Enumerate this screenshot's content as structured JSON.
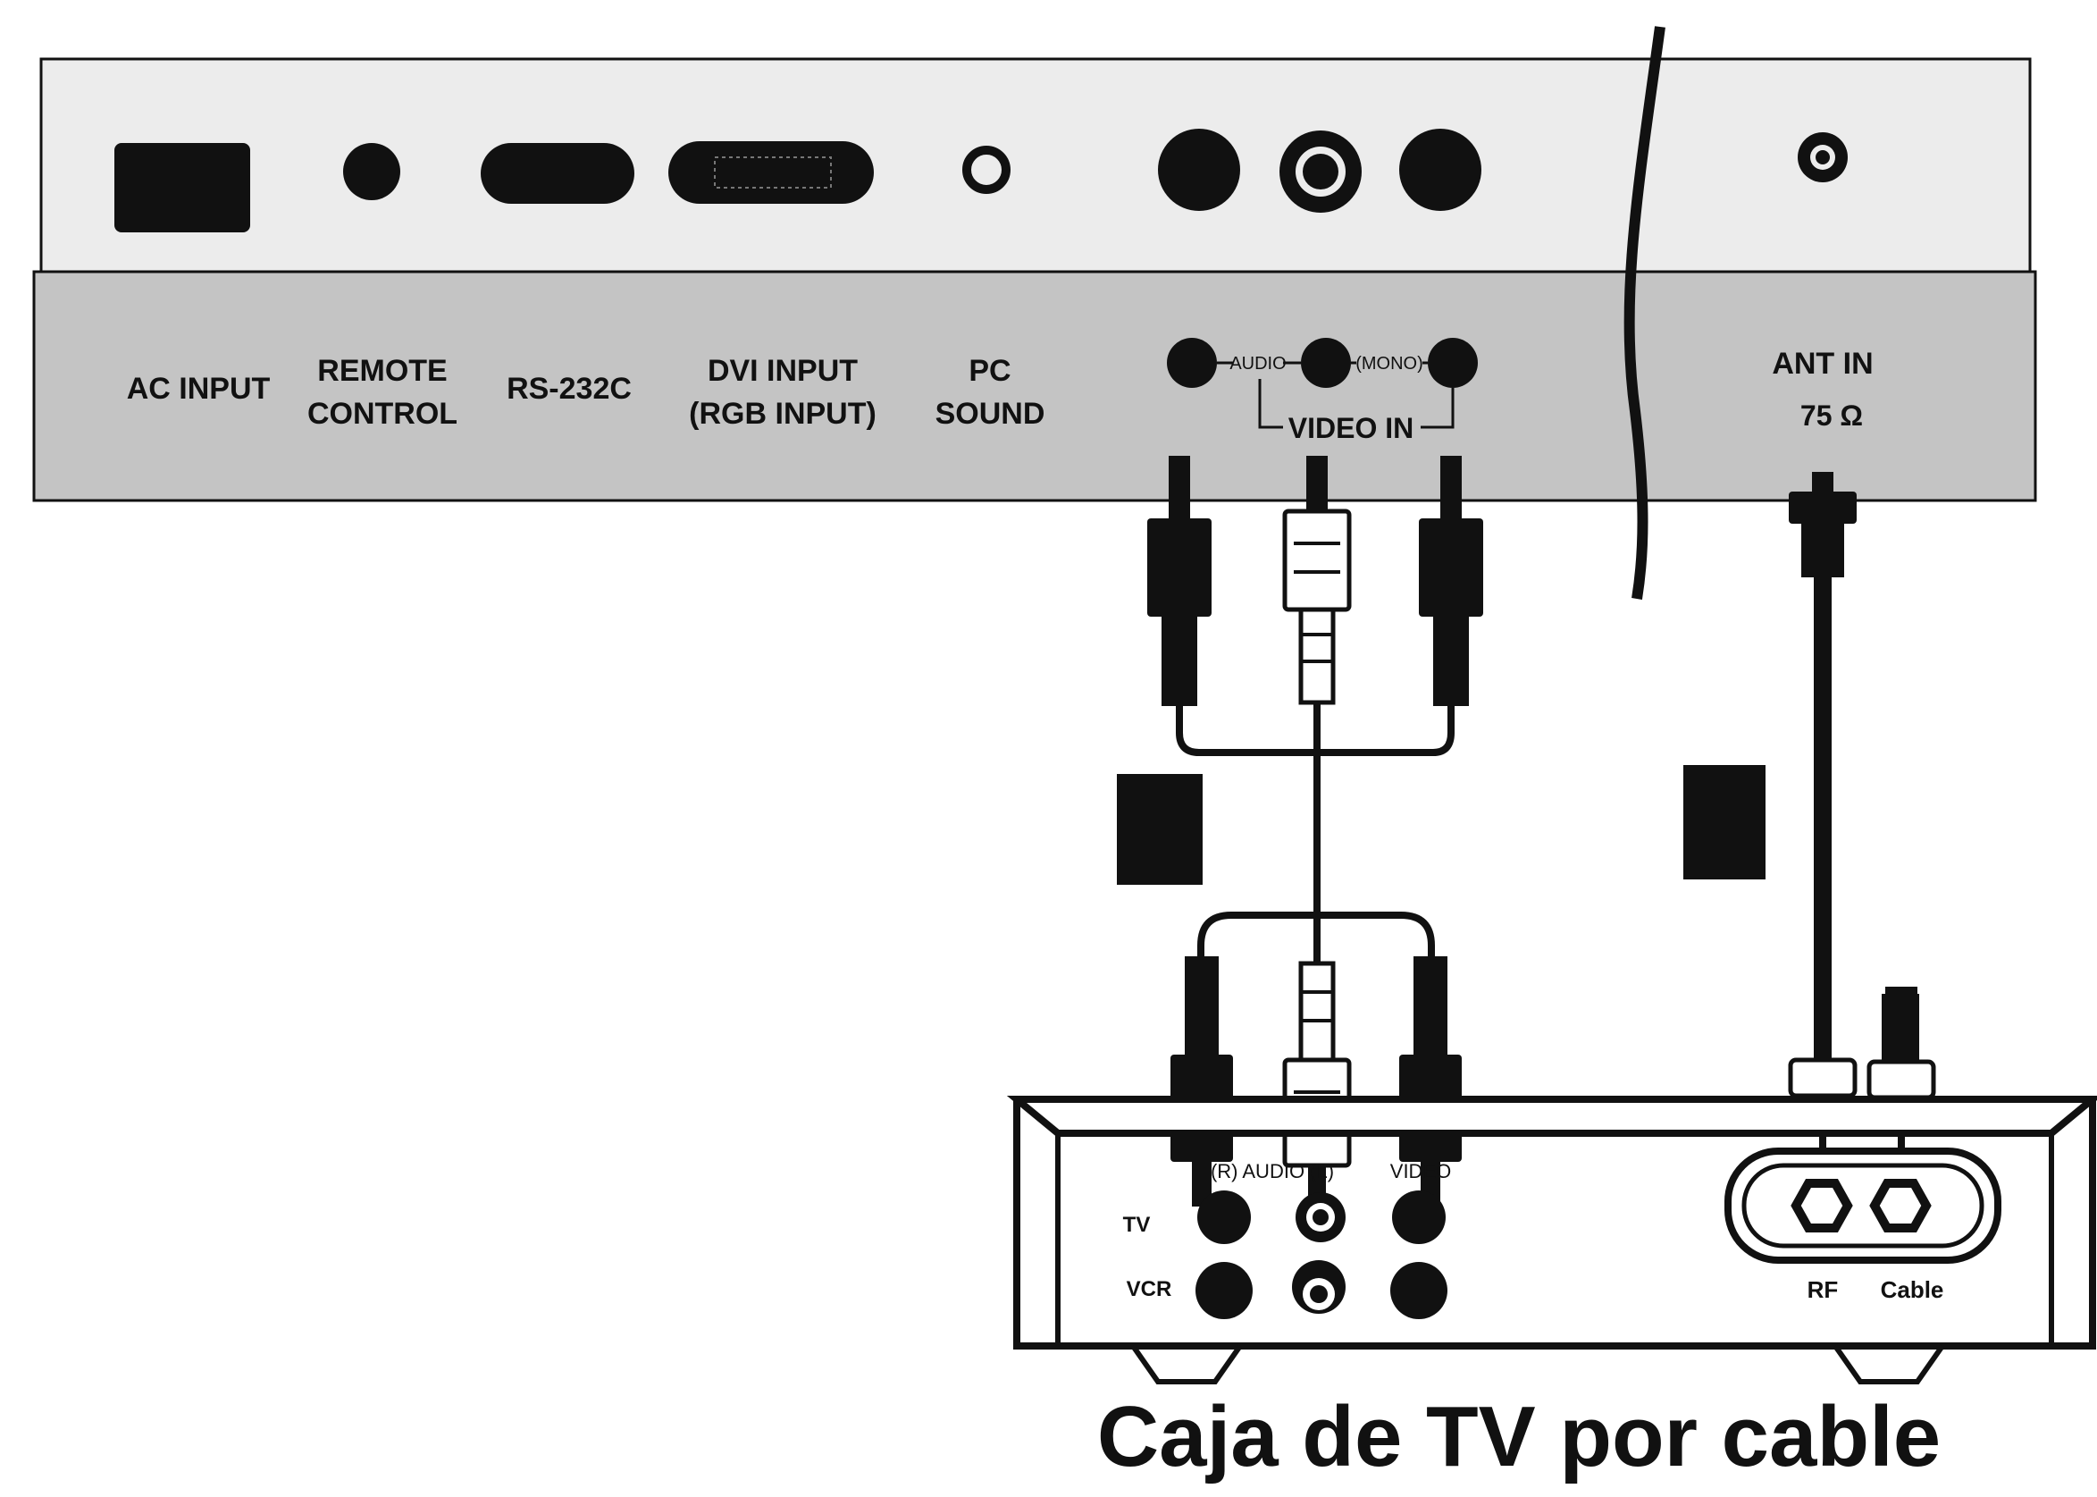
{
  "panel": {
    "colors": {
      "panel_top": "#ececec",
      "panel_bottom": "#c4c4c4",
      "ink": "#111111"
    },
    "ports": {
      "ac_input": "AC INPUT",
      "remote_control_line1": "REMOTE",
      "remote_control_line2": "CONTROL",
      "rs232c": "RS-232C",
      "dvi_input_line1": "DVI INPUT",
      "dvi_input_line2": "(RGB INPUT)",
      "pc_sound_line1": "PC",
      "pc_sound_line2": "SOUND",
      "audio": "AUDIO",
      "mono": "(MONO)",
      "video_in": "VIDEO IN",
      "ant_in_line1": "ANT IN",
      "ant_in_line2": "75 Ω"
    }
  },
  "cable_box": {
    "audio_header": "(R) AUDIO (L)",
    "video_header": "VIDEO",
    "row_tv": "TV",
    "row_vcr": "VCR",
    "rf": "RF",
    "cable": "Cable"
  },
  "caption": "Caja de TV por cable"
}
